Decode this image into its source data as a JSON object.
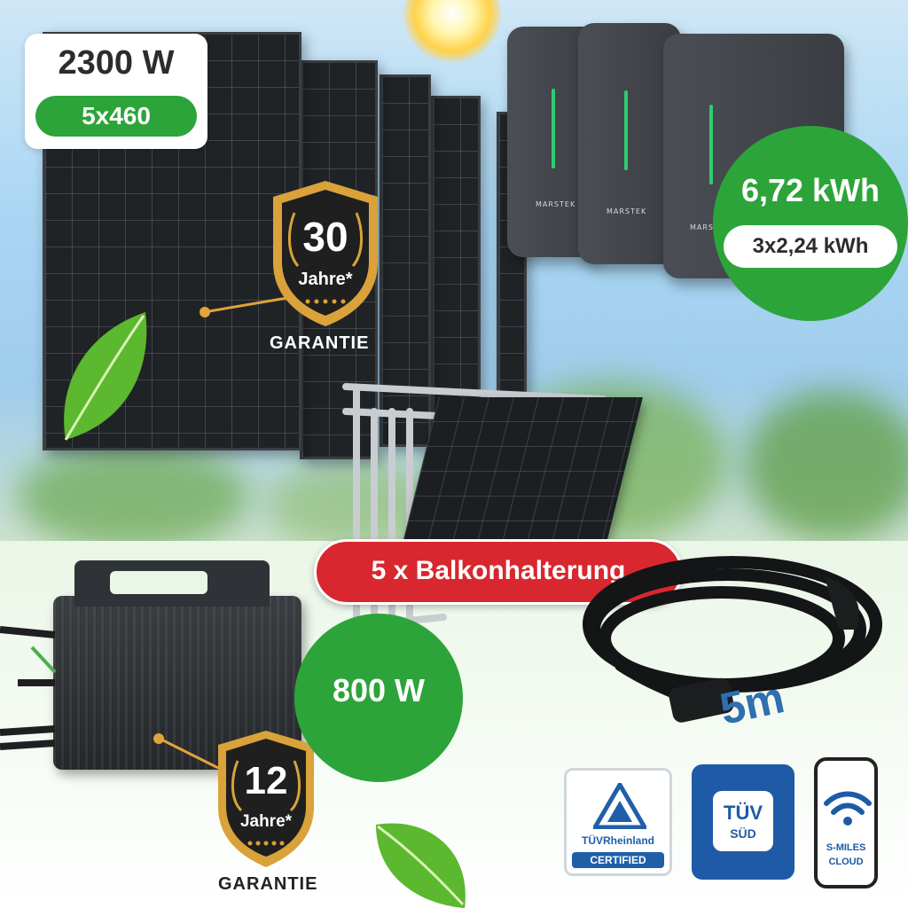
{
  "power": {
    "total": "2300 W",
    "modules": "5x460"
  },
  "storage": {
    "total": "6,72 kWh",
    "units": "3x2,24 kWh"
  },
  "battery_brand": "MARSTEK",
  "warranty_panels": {
    "years": "30",
    "label": "Jahre*",
    "word": "GARANTIE"
  },
  "warranty_inverter": {
    "years": "12",
    "label": "Jahre*",
    "word": "GARANTIE"
  },
  "mount": {
    "label": "5 x Balkonhalterung"
  },
  "inverter": {
    "power": "800 W"
  },
  "cable": {
    "length": "5m"
  },
  "certifications": {
    "tuv_rheinland": {
      "name": "TÜVRheinland",
      "status": "CERTIFIED"
    },
    "tuv_sud": {
      "name": "TÜV",
      "sub": "SÜD"
    },
    "smiles": {
      "line1": "S-MILES",
      "line2": "CLOUD"
    }
  },
  "colors": {
    "accent_green": "#2ca43a",
    "accent_red": "#d8272e",
    "cable_text": "#2f6fb0"
  },
  "icons": [
    "sun-icon",
    "leaf-icon",
    "wifi-icon",
    "tuv-triangle-icon",
    "laurel-icon",
    "star-icon"
  ]
}
